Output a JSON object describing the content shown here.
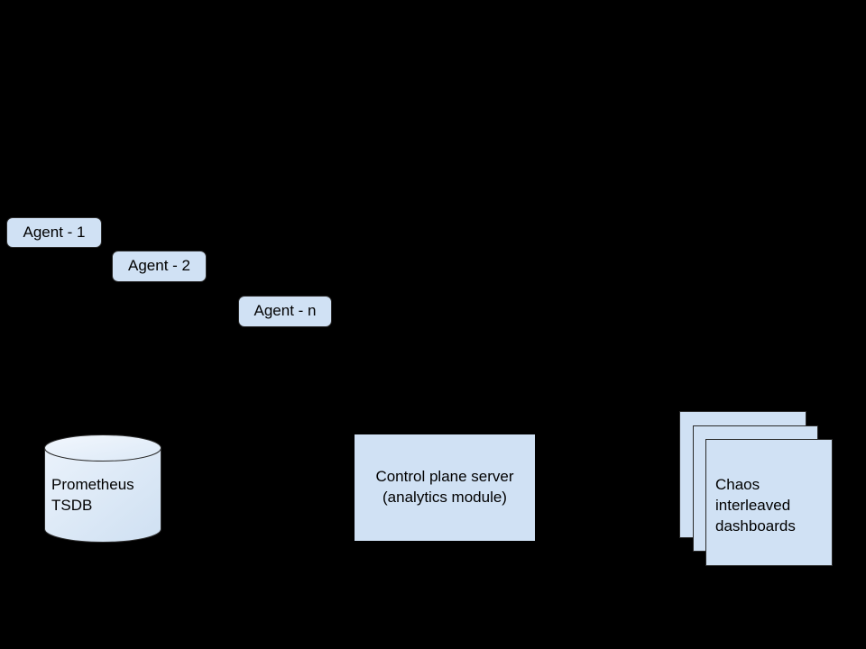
{
  "diagram": {
    "background_color": "#000000",
    "node_fill_color": "#d0e1f4",
    "node_stroke_color": "#2a2a2a",
    "text_color": "#000000",
    "agents": [
      {
        "id": "agent-1",
        "label": "Agent - 1"
      },
      {
        "id": "agent-2",
        "label": "Agent - 2"
      },
      {
        "id": "agent-n",
        "label": "Agent - n"
      }
    ],
    "datastore": {
      "id": "prometheus-tsdb",
      "shape": "cylinder",
      "label": "Prometheus\nTSDB"
    },
    "server": {
      "id": "control-plane-server",
      "shape": "rectangle",
      "label": "Control plane server\n(analytics module)"
    },
    "dashboards": {
      "id": "chaos-dashboards",
      "shape": "stacked-panels",
      "panel_count": 3,
      "label": "Chaos\ninterleaved\ndashboards"
    },
    "connectors": [
      {
        "id": "to-dashboards",
        "type": "arrow",
        "direction": "right"
      }
    ]
  }
}
